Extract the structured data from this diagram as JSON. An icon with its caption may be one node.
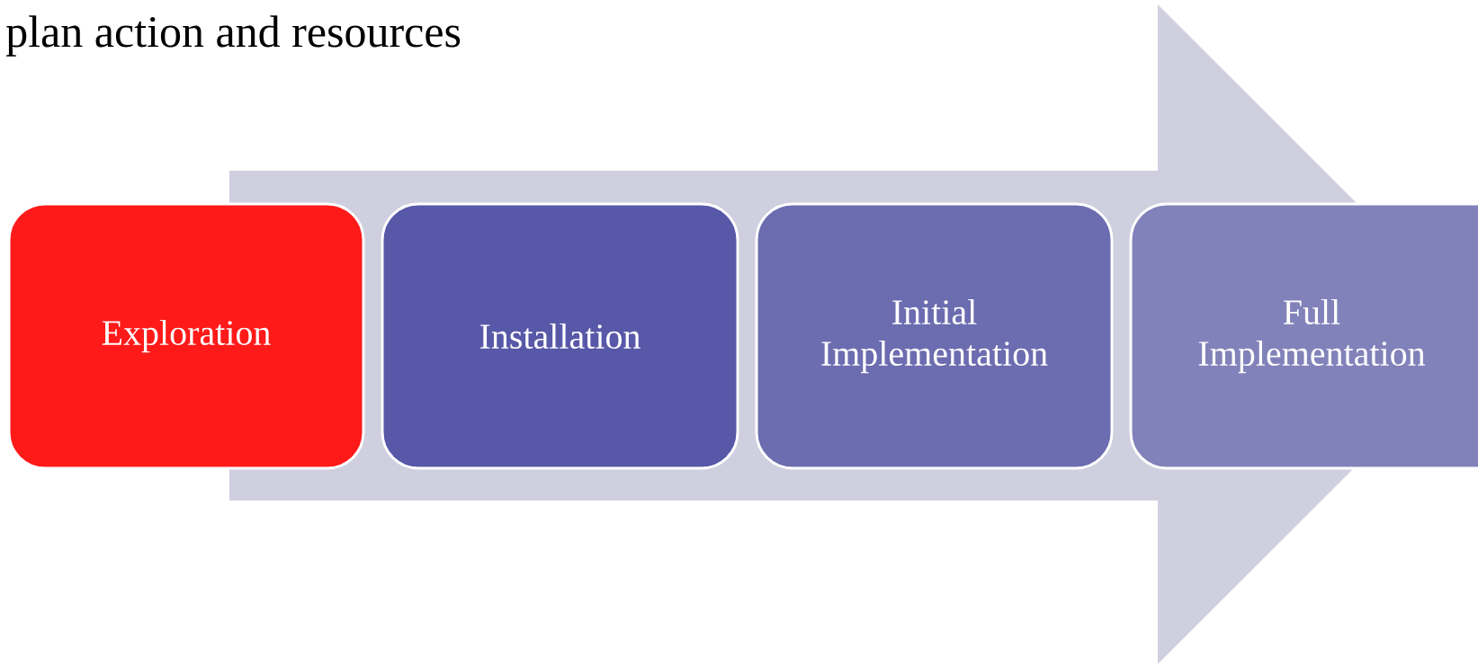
{
  "diagram": {
    "title": "plan action and resources",
    "nodes": [
      {
        "text": [
          "Exploration"
        ]
      },
      {
        "text": [
          "Installation"
        ]
      },
      {
        "text": [
          "Initial Implementation"
        ]
      },
      {
        "text": [
          "Full Implementation"
        ]
      }
    ],
    "edges": [
      {
        "from": 0,
        "to": 3,
        "arrow": "to"
      }
    ]
  }
}
